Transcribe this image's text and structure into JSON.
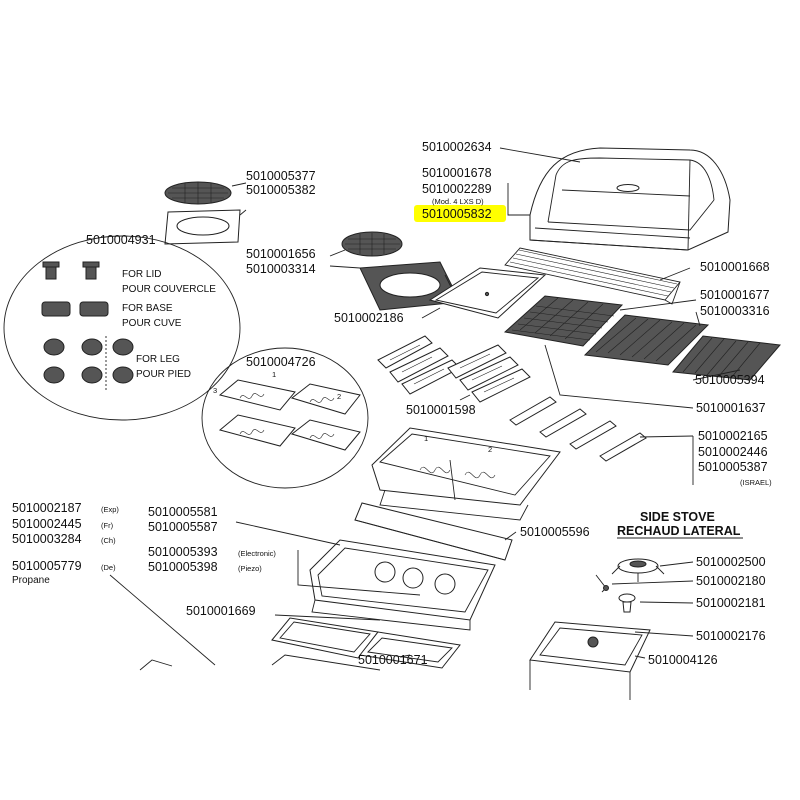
{
  "callouts": {
    "lid_1": "5010002634",
    "lid_2": "5010001678",
    "lid_3": "5010002289",
    "lid_note": "(Mod. 4 LXS D)",
    "lid_4": "5010005832",
    "top_grate_1": "5010005377",
    "top_grate_2": "5010005382",
    "round_grate_1": "5010001656",
    "round_grate_2": "5010003314",
    "warming_rack": "5010001668",
    "plancha": "5010002186",
    "grid_1": "5010001677",
    "grid_2": "5010003316",
    "side_grid": "5010005394",
    "flame_tamer": "5010001598",
    "cooking_grate": "5010001637",
    "burner_1": "5010002165",
    "burner_2": "5010002446",
    "burner_3": "5010005387",
    "burner_note": "(ISRAEL)",
    "fixings": "5010004931",
    "firebox_detail": "5010004726",
    "control_1": "5010005581",
    "control_2": "5010005587",
    "control_3": "5010005393",
    "control_3_note": "(Electronic)",
    "control_4": "5010005398",
    "control_4_note": "(Piezo)",
    "back_panel": "5010005596",
    "valve_1": "5010002187",
    "valve_1_note": "(Exp)",
    "valve_2": "5010002445",
    "valve_2_note": "(Fr)",
    "valve_3": "5010003284",
    "valve_3_note": "(Ch)",
    "valve_4": "5010005779",
    "valve_4_note": "(De)",
    "valve_propane": "Propane",
    "grease_tray": "5010001669",
    "drip_tray": "5010001671",
    "side_burner_cap": "5010002500",
    "side_injector": "5010002180",
    "side_knob": "5010002181",
    "side_pan": "5010002176",
    "side_body": "5010004126"
  },
  "fixings_legend": {
    "lid_en": "FOR LID",
    "lid_fr": "POUR COUVERCLE",
    "base_en": "FOR BASE",
    "base_fr": "POUR CUVE",
    "leg_en": "FOR LEG",
    "leg_fr": "POUR PIED"
  },
  "firebox_numbers": {
    "n1": "1",
    "n2": "2",
    "n3": "3"
  },
  "side_stove": {
    "title_en": "SIDE STOVE",
    "title_fr": "RECHAUD LATERAL"
  },
  "colors": {
    "highlight": "#ffff00",
    "ink": "#111111"
  }
}
